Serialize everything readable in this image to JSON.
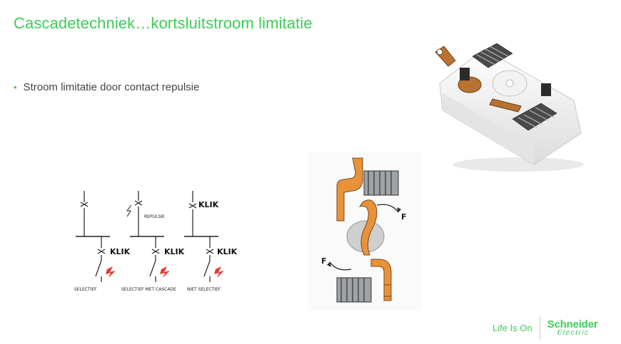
{
  "slide": {
    "title": "Cascadetechniek…kortsluitstroom limitatie",
    "bullets": [
      "Stroom limitatie door contact repulsie"
    ]
  },
  "schematic": {
    "repulsie_label": "REPULSIE",
    "klik_label": "KLIK",
    "captions": [
      "SELECTIEF",
      "SELECTIEF MET CASCADE",
      "NIET SELECTIEF"
    ]
  },
  "breaker_diagram": {
    "force_label": "F"
  },
  "footer": {
    "tagline": "Life Is On",
    "brand": "Schneider",
    "brand_sub": "Electric"
  },
  "colors": {
    "accent": "#3dcd58",
    "copper": "#e8923a",
    "lightning": "#e53935"
  }
}
